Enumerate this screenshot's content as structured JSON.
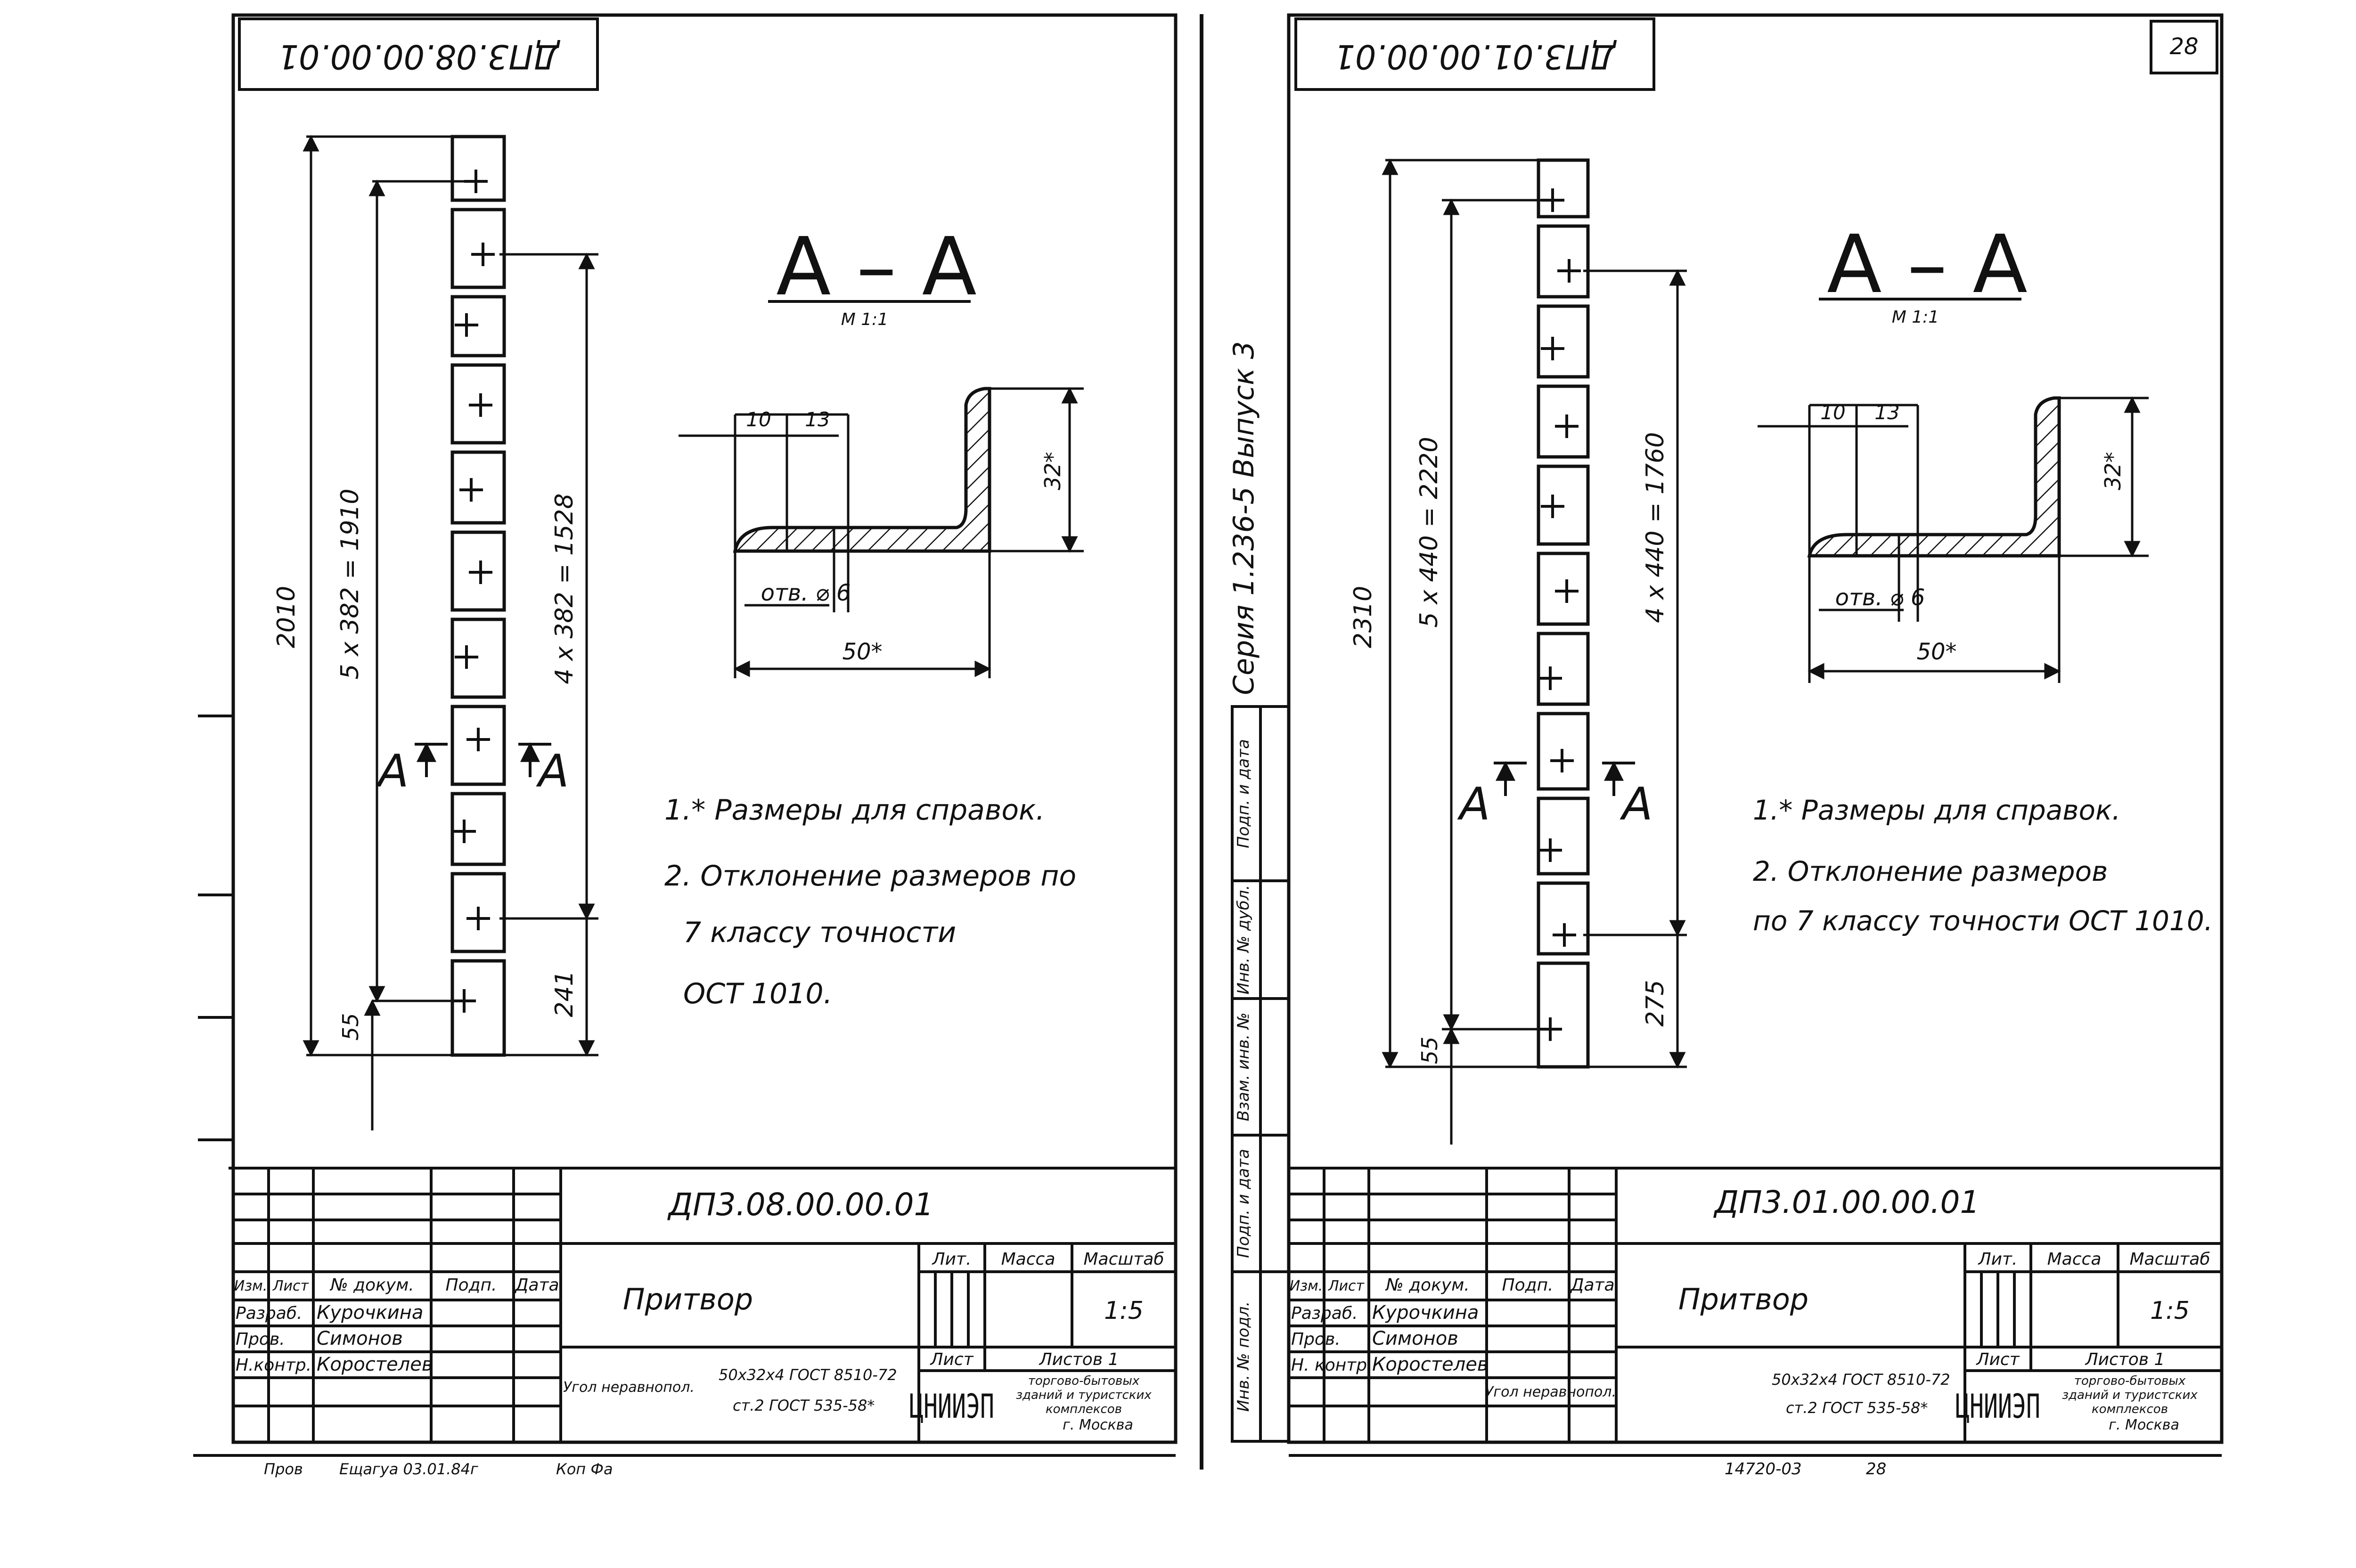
{
  "left_sheet": {
    "stamp_code": "ДП3.08.00.00.01",
    "section": {
      "title": "А – А",
      "scale": "М 1:1"
    },
    "dims": {
      "total": "2010",
      "five_pitch": "5 х 382 = 1910",
      "four_pitch": "4 х 382 = 1528",
      "end_offset": "55",
      "bottom_offset": "241",
      "width_50": "50*",
      "height_32": "32*",
      "d10": "10",
      "d13": "13",
      "hole": "отв. ⌀ 6"
    },
    "cut_marks": [
      "А",
      "А"
    ],
    "notes": [
      "1.* Размеры для справок.",
      "2. Отклонение размеров по",
      "7 классу точности",
      "ОСТ 1010."
    ],
    "title_block": {
      "code": "ДП3.08.00.00.01",
      "name": "Притвор",
      "col_headers": [
        "Изм.",
        "Лист",
        "№ докум.",
        "Подп.",
        "Дата"
      ],
      "roles": [
        "Разраб.",
        "Пров.",
        "Н.контр."
      ],
      "people": [
        "Курочкина",
        "Симонов",
        "Коростелев"
      ],
      "lit": "Лит.",
      "mass": "Масса",
      "scale_label": "Масштаб",
      "scale": "1:5",
      "sheet": "Лист",
      "sheets": "Листов 1",
      "material_1": "Угол неравнопол.",
      "material_2": "50х32х4 ГОСТ 8510-72",
      "material_3": "ст.2 ГОСТ 535-58*",
      "org_logo": "ЦНИИЭП",
      "org_1": "торгово-бытовых",
      "org_2": "зданий и туристских",
      "org_3": "комплексов",
      "org_4": "г. Москва"
    },
    "footer": {
      "checked": "Пров",
      "signature": "Ещагуа 03.01.84г",
      "copy": "Коп Фа"
    }
  },
  "spine": {
    "series": "Серия 1.236-5 Выпуск 3",
    "labels": [
      "Инв. № подл.",
      "Подп. и дата",
      "Взам. инв. №",
      "Инв. № дубл.",
      "Подп. и дата"
    ]
  },
  "right_sheet": {
    "stamp_code": "ДП3.01.00.00.01",
    "page_number": "28",
    "section": {
      "title": "А – А",
      "scale": "М 1:1"
    },
    "dims": {
      "total": "2310",
      "five_pitch": "5 х 440 = 2220",
      "four_pitch": "4 х 440 = 1760",
      "end_offset": "55",
      "bottom_offset": "275",
      "width_50": "50*",
      "height_32": "32*",
      "d10": "10",
      "d13": "13",
      "hole": "отв. ⌀ 6"
    },
    "cut_marks": [
      "А",
      "А"
    ],
    "notes": [
      "1.* Размеры для справок.",
      "2. Отклонение размеров",
      "по 7 классу точности ОСТ 1010."
    ],
    "title_block": {
      "code": "ДП3.01.00.00.01",
      "name": "Притвор",
      "col_headers": [
        "Изм.",
        "Лист",
        "№ докум.",
        "Подп.",
        "Дата"
      ],
      "roles": [
        "Разраб.",
        "Пров.",
        "Н. контр."
      ],
      "people": [
        "Курочкина",
        "Симонов",
        "Коростелев"
      ],
      "lit": "Лит.",
      "mass": "Масса",
      "scale_label": "Масштаб",
      "scale": "1:5",
      "sheet": "Лист",
      "sheets": "Листов 1",
      "material_1": "Угол неравнопол.",
      "material_2": "50х32х4 ГОСТ 8510-72",
      "material_3": "ст.2 ГОСТ 535-58*",
      "org_logo": "ЦНИИЭП",
      "org_1": "торгово-бытовых",
      "org_2": "зданий и туристских",
      "org_3": "комплексов",
      "org_4": "г. Москва"
    },
    "footer": {
      "archive": "14720-03",
      "page": "28"
    }
  }
}
